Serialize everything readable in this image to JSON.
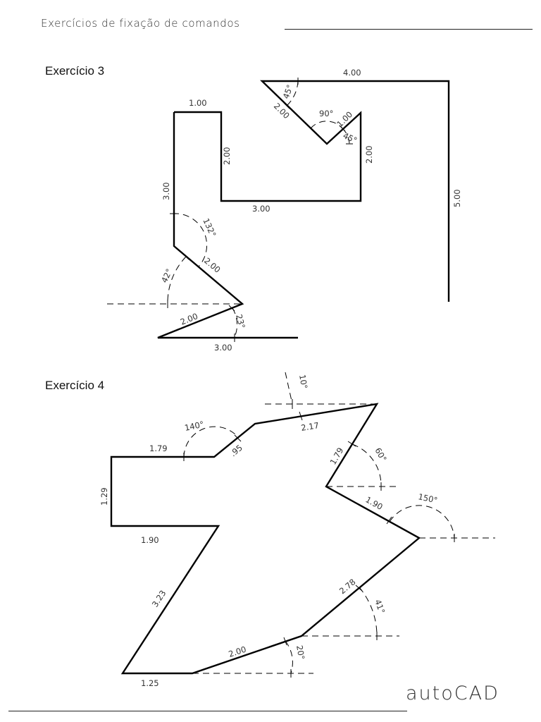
{
  "header": {
    "title": "Exercícios de fixação de comandos"
  },
  "exercise3": {
    "title": "Exercício 3",
    "dims": {
      "top_left_width": "1.00",
      "inner_left_height": "2.00",
      "left_height": "3.00",
      "bottom_mid": "3.00",
      "angle_132": "132°",
      "seg_200_a": "2.00",
      "angle_42": "42°",
      "seg_200_b": "2.00",
      "angle_23": "23°",
      "bottom_base": "3.00",
      "top_width": "4.00",
      "angle_45_top": "45°",
      "seg_200_diag": "2.00",
      "angle_90": "90°",
      "seg_100": "1.00",
      "angle_45_inner": "45°",
      "right_short": "2.00",
      "right_long": "5.00"
    }
  },
  "exercise4": {
    "title": "Exercício 4",
    "dims": {
      "angle_10": "10°",
      "angle_140": "140°",
      "top_left": "1.79",
      "short_diag": ".95",
      "top_mid": "2.17",
      "right_upper": "1.79",
      "angle_60": "60°",
      "left_height": "1.29",
      "left_bottom": "1.90",
      "right_mid": "1.90",
      "angle_150": "150°",
      "long_diag": "3.23",
      "right_lower": "2.78",
      "angle_41": "41°",
      "bottom_mid": "2.00",
      "angle_20": "20°",
      "bottom_left": "1.25"
    }
  },
  "footer": {
    "logo": "autoCAD"
  }
}
